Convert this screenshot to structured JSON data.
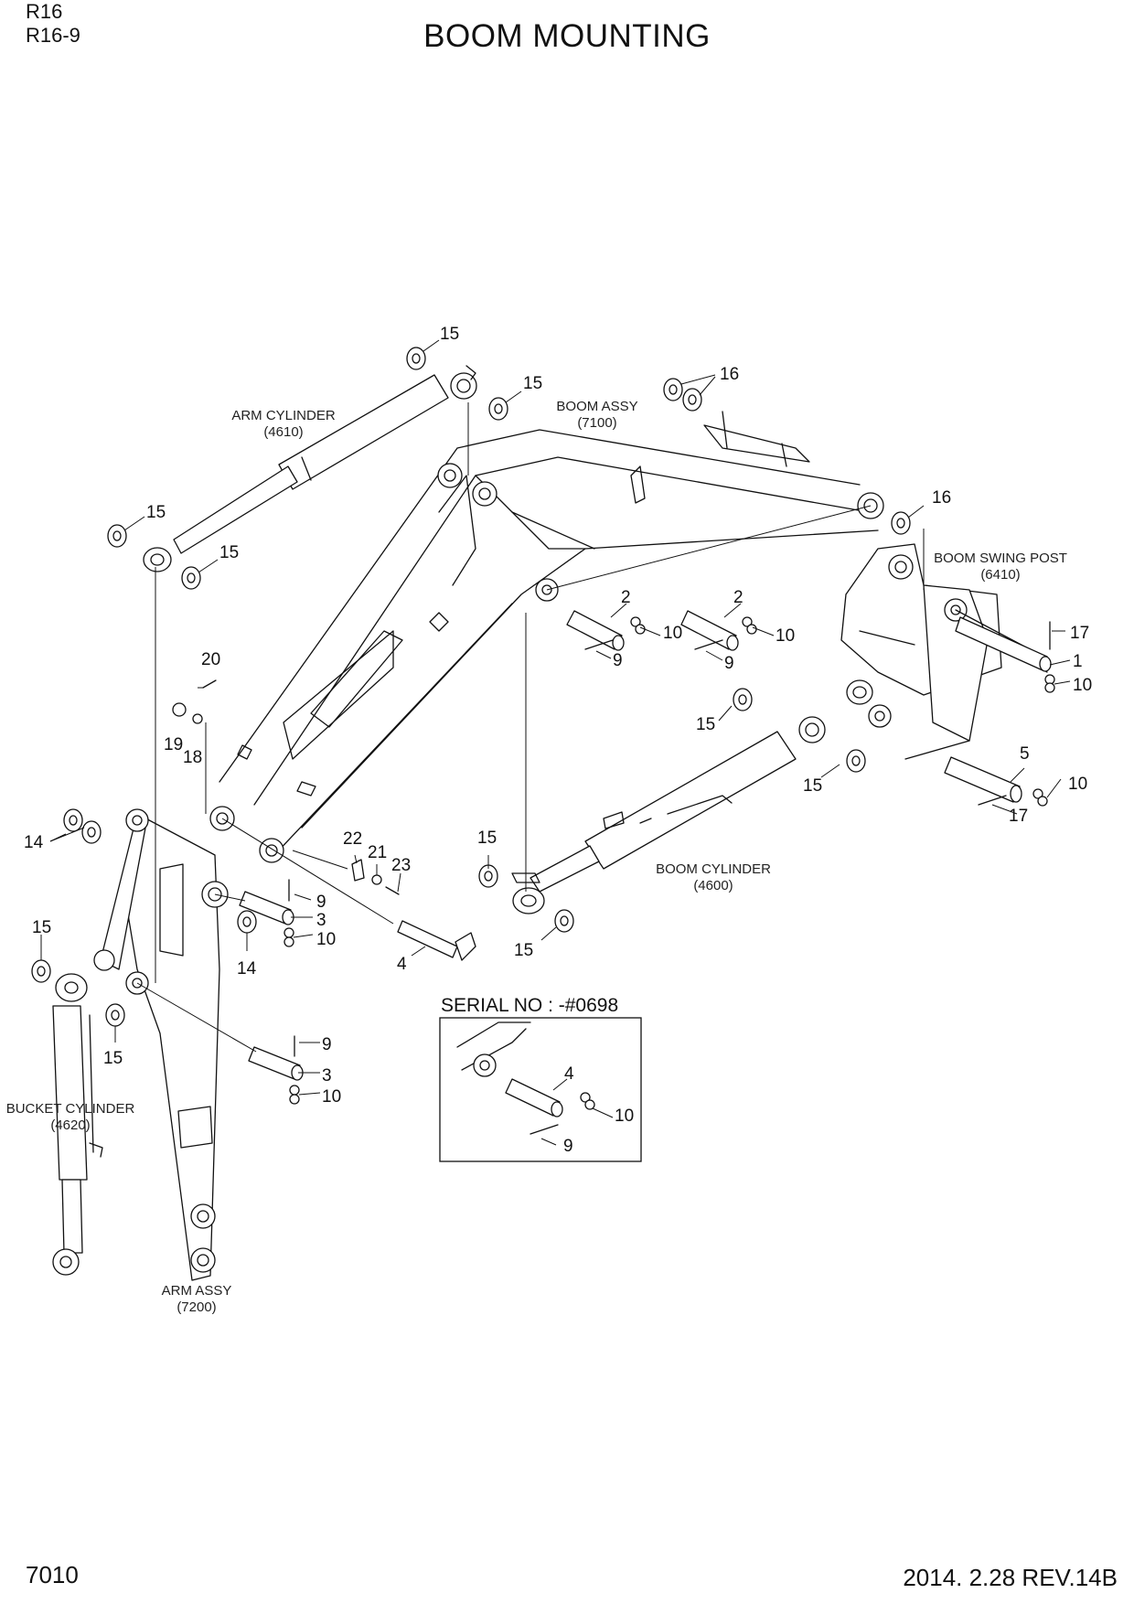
{
  "header": {
    "model_line1": "R16",
    "model_line2": "R16-9",
    "title": "BOOM MOUNTING"
  },
  "footer": {
    "page_number": "7010",
    "revision": "2014. 2.28  REV.14B"
  },
  "assemblies": {
    "arm_cylinder": {
      "name": "ARM CYLINDER",
      "code": "(4610)"
    },
    "boom_assy": {
      "name": "BOOM ASSY",
      "code": "(7100)"
    },
    "boom_swing_post": {
      "name": "BOOM SWING POST",
      "code": "(6410)"
    },
    "boom_cylinder": {
      "name": "BOOM CYLINDER",
      "code": "(4600)"
    },
    "bucket_cylinder": {
      "name": "BUCKET CYLINDER",
      "code": "(4620)"
    },
    "arm_assy": {
      "name": "ARM ASSY",
      "code": "(7200)"
    }
  },
  "inset": {
    "label": "SERIAL NO : -#0698"
  },
  "callouts": {
    "c1": "15",
    "c2": "15",
    "c3": "16",
    "c4": "16",
    "c5": "15",
    "c6": "15",
    "c7": "2",
    "c8": "2",
    "c9": "10",
    "c10": "10",
    "c11": "9",
    "c12": "9",
    "c13": "17",
    "c14": "1",
    "c15": "10",
    "c16": "20",
    "c17": "19",
    "c18": "18",
    "c19": "15",
    "c20": "15",
    "c21": "5",
    "c22": "10",
    "c23": "17",
    "c24": "14",
    "c25": "22",
    "c26": "21",
    "c27": "23",
    "c28": "9",
    "c29": "3",
    "c30": "10",
    "c31": "15",
    "c32": "14",
    "c33": "4",
    "c34": "15",
    "c35": "15",
    "c36": "15",
    "c37": "9",
    "c38": "3",
    "c39": "10",
    "c40": "4",
    "c41": "10",
    "c42": "9"
  }
}
